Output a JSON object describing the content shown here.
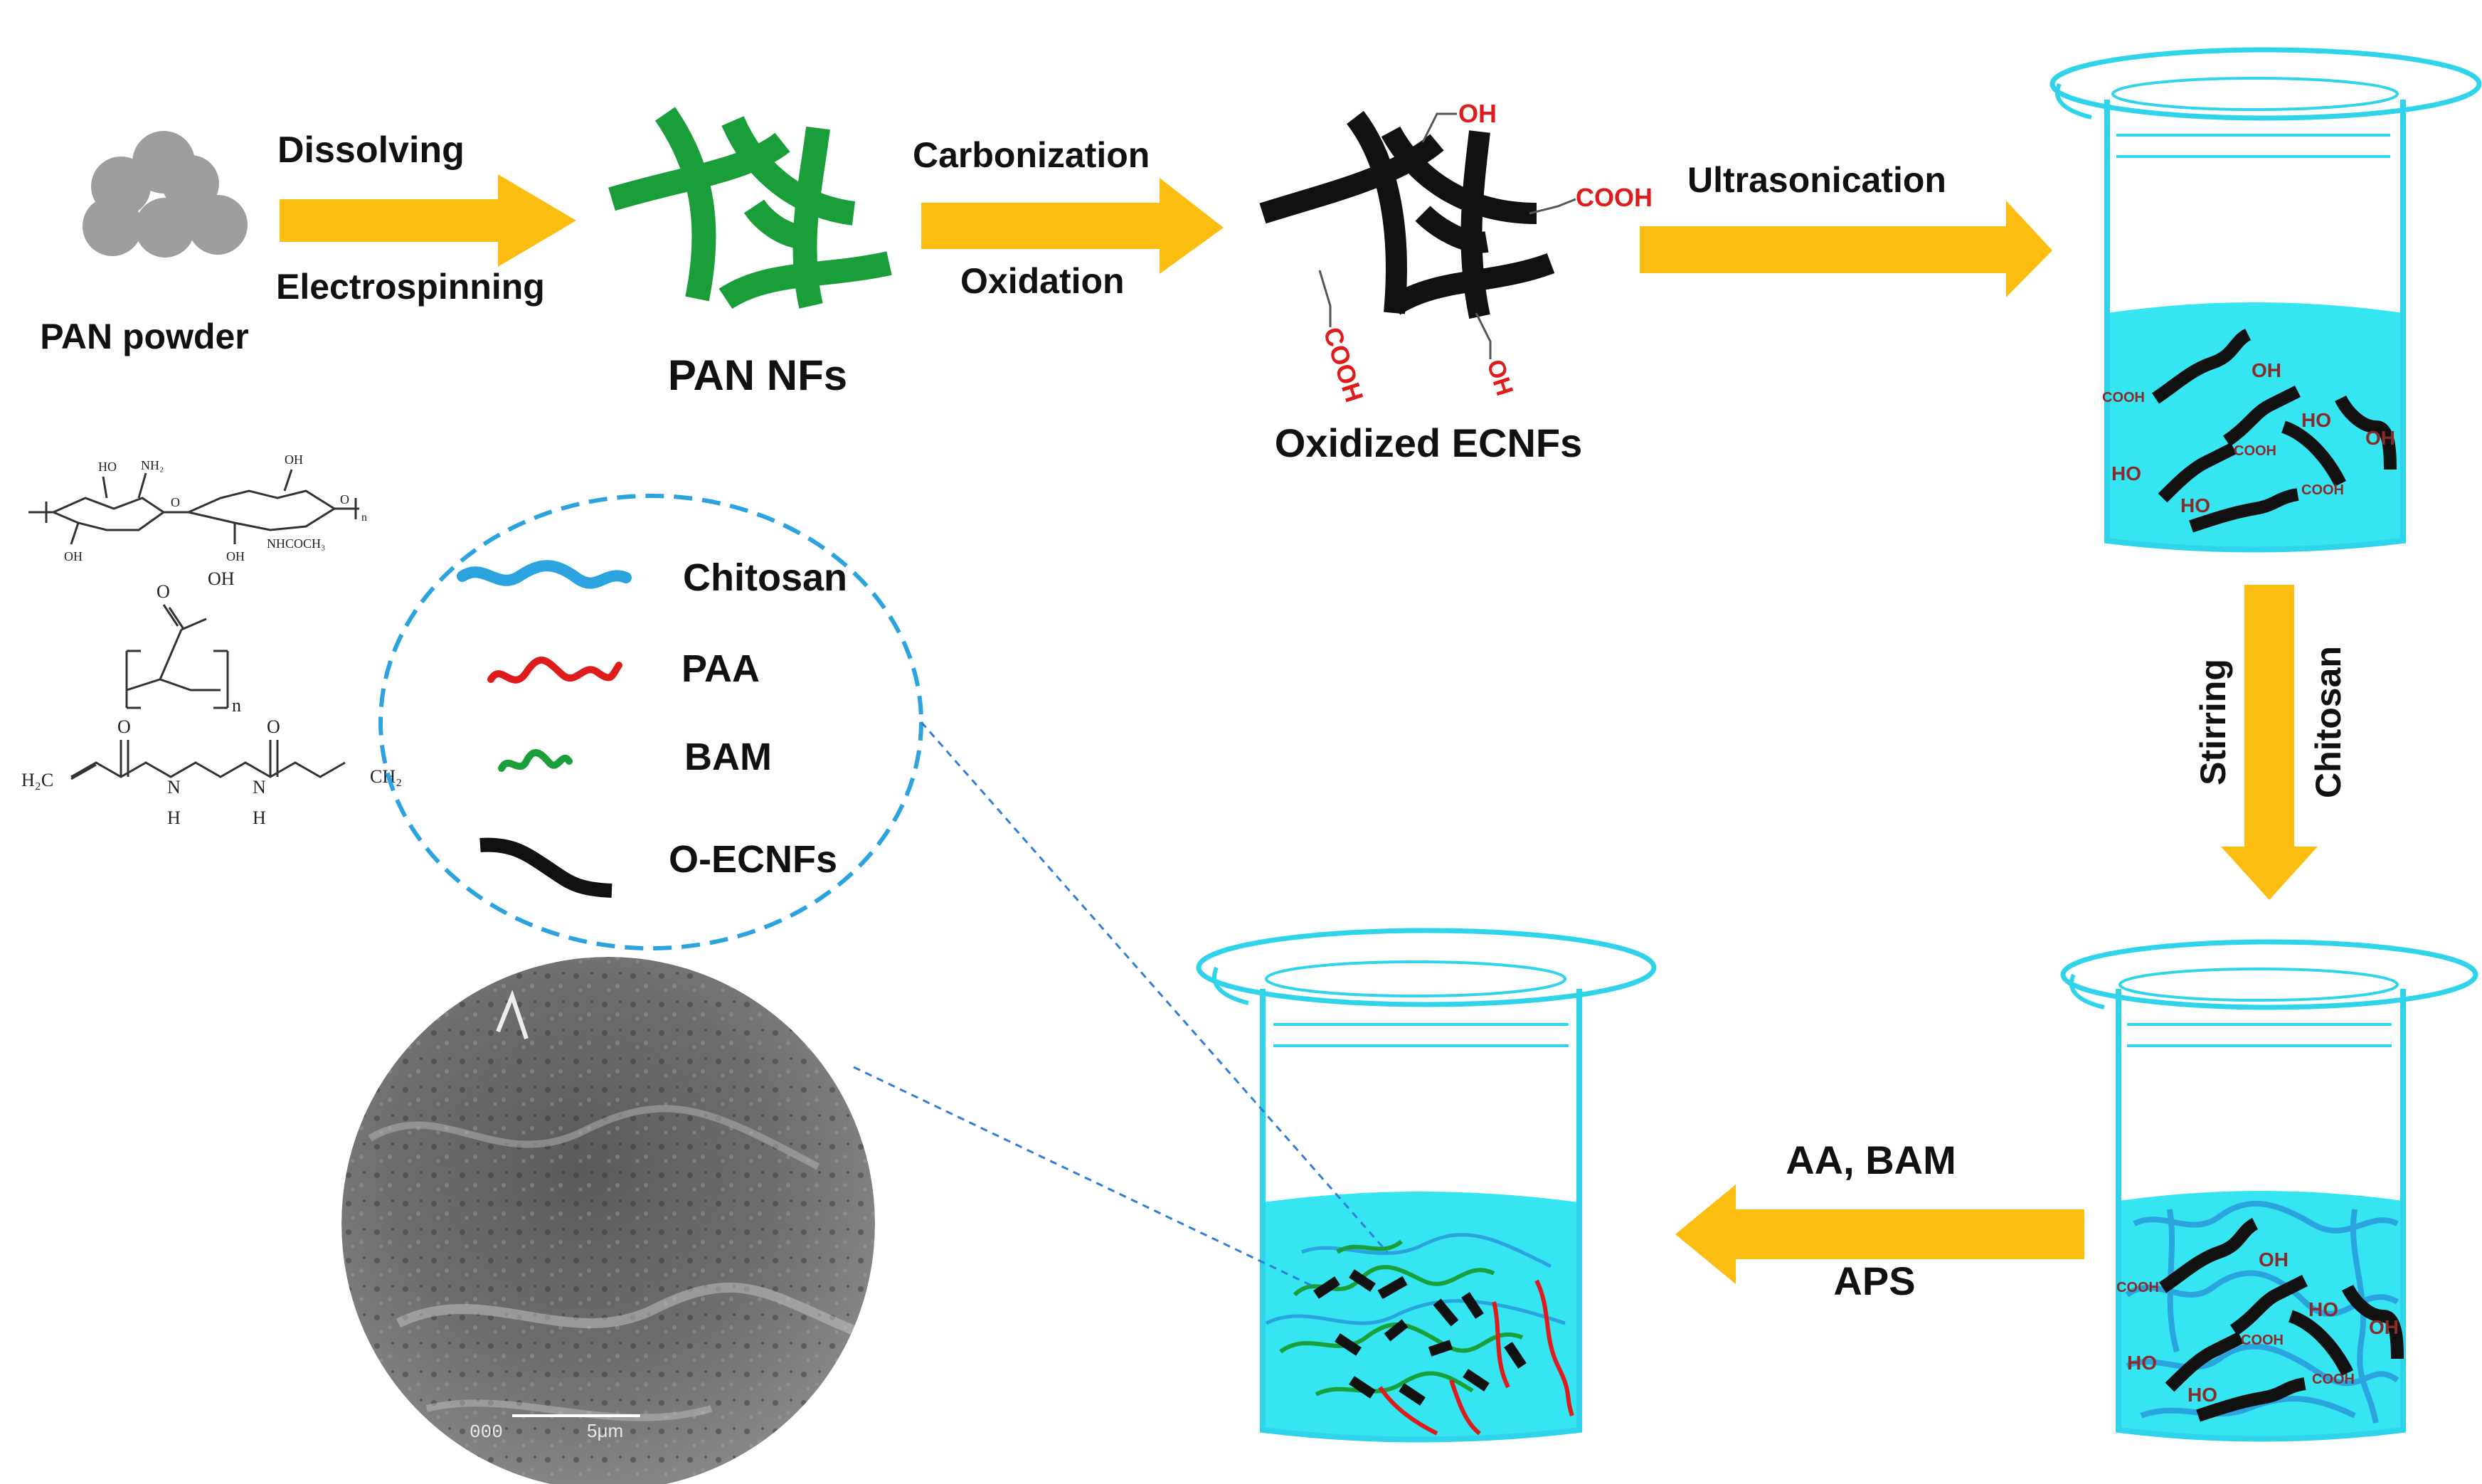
{
  "colors": {
    "arrow": "#fbbd10",
    "fiber_green": "#1a9e3a",
    "fiber_black": "#111111",
    "liquid": "#35e6f2",
    "beaker_outline": "#30d4ea",
    "chitosan": "#2aa3df",
    "paa": "#e01b1b",
    "bam": "#1aa03a",
    "dashed": "#2f7fd6",
    "group_label": "#e01b1b"
  },
  "labels": {
    "pan_powder": "PAN powder",
    "dissolving": "Dissolving",
    "electrospinning": "Electrospinning",
    "pan_nfs": "PAN NFs",
    "carbonization": "Carbonization",
    "oxidation": "Oxidation",
    "oxidized_ecnfs": "Oxidized ECNFs",
    "ultrasonication": "Ultrasonication",
    "stirring": "Stirring",
    "chitosan_step": "Chitosan",
    "aa_bam": "AA, BAM",
    "aps": "APS"
  },
  "groups": {
    "oh": "OH",
    "cooh": "COOH",
    "ho": "HO"
  },
  "legend": {
    "chitosan": "Chitosan",
    "paa": "PAA",
    "bam": "BAM",
    "o_ecnfs": "O-ECNFs"
  },
  "structures": {
    "chitosan_ho1": "HO",
    "chitosan_nh2": "NH₂",
    "chitosan_o": "O",
    "chitosan_oh1": "OH",
    "chitosan_oh2": "OH",
    "chitosan_oh3": "OH",
    "chitosan_o2": "O",
    "chitosan_nhcoch3": "NHCOCH₃",
    "chitosan_n": "n",
    "paa_o": "O",
    "paa_oh": "OH",
    "paa_n": "n",
    "bam_h2c": "H₂C",
    "bam_ch2": "CH₂",
    "bam_o1": "O",
    "bam_o2": "O",
    "bam_n1": "N",
    "bam_n2": "N",
    "bam_h1": "H",
    "bam_h2": "H"
  },
  "sem": {
    "scale_text": "5μm",
    "code": "000"
  }
}
